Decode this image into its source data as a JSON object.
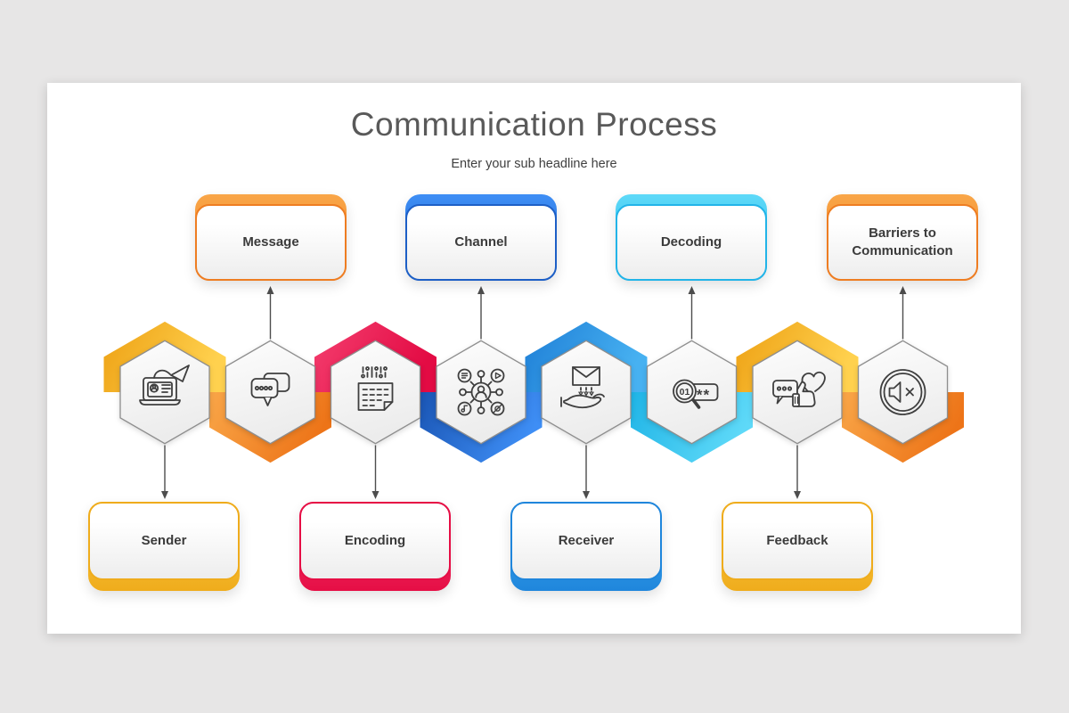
{
  "canvas": {
    "background": "#E7E6E6",
    "slide_background": "#FFFFFF"
  },
  "header": {
    "title": "Communication Process",
    "subtitle": "Enter your sub headline here"
  },
  "steps": [
    {
      "label": "Sender",
      "icon": "sender-laptop-send-icon",
      "card_position": "bottom",
      "accent": "#EFAC1C",
      "accent2": "#FFD14E"
    },
    {
      "label": "Message",
      "icon": "message-chat-bubbles-icon",
      "card_position": "top",
      "accent": "#EE7D22",
      "accent2": "#F9A648"
    },
    {
      "label": "Encoding",
      "icon": "encoding-binary-document-icon",
      "card_position": "bottom",
      "accent": "#E60E45",
      "accent2": "#F2457A"
    },
    {
      "label": "Channel",
      "icon": "channel-media-network-icon",
      "card_position": "top",
      "accent": "#1D5FC6",
      "accent2": "#3E8EF5"
    },
    {
      "label": "Receiver",
      "icon": "receiver-hand-envelope-icon",
      "card_position": "bottom",
      "accent": "#1F86DC",
      "accent2": "#47B1F1"
    },
    {
      "label": "Decoding",
      "icon": "decoding-magnifier-password-icon",
      "card_position": "top",
      "accent": "#22B4E8",
      "accent2": "#5ED9F8"
    },
    {
      "label": "Feedback",
      "icon": "feedback-thumbs-up-heart-icon",
      "card_position": "bottom",
      "accent": "#EFAC1C",
      "accent2": "#FFD14E"
    },
    {
      "label": "Barriers to Communication",
      "icon": "barriers-muted-speaker-icon",
      "card_position": "top",
      "accent": "#EE7D22",
      "accent2": "#F9A648"
    }
  ],
  "icon_text": {
    "decoding_lens": "01",
    "decoding_stars": "**"
  }
}
